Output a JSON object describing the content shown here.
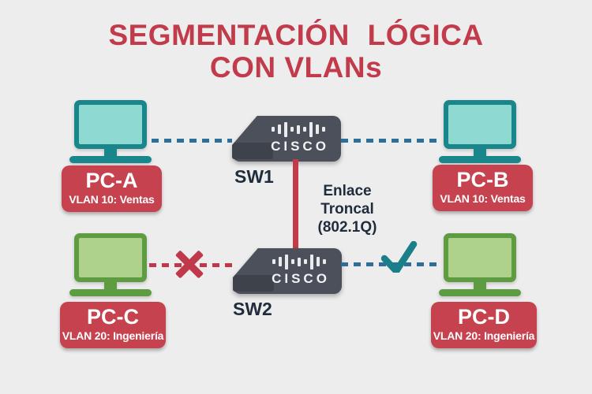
{
  "title": {
    "line1": "SEGMENTACIÓN LÓGICA",
    "line2": "CON VLANs"
  },
  "switches": {
    "sw1": {
      "label": "SW1",
      "brand": "CISCO"
    },
    "sw2": {
      "label": "SW2",
      "brand": "CISCO"
    }
  },
  "trunk": {
    "line1": "Enlace",
    "line2": "Troncal",
    "line3": "(802.1Q)"
  },
  "pcs": {
    "a": {
      "name": "PC-A",
      "vlan": "VLAN 10: Ventas"
    },
    "b": {
      "name": "PC-B",
      "vlan": "VLAN 10: Ventas"
    },
    "c": {
      "name": "PC-C",
      "vlan": "VLAN 20: Ingeniería"
    },
    "d": {
      "name": "PC-D",
      "vlan": "VLAN 20: Ingeniería"
    }
  },
  "marks": {
    "blocked": "x-mark",
    "allowed": "check-mark"
  },
  "colors": {
    "background": "#eeedee",
    "title_red": "#c23b4a",
    "label_red": "#c6424f",
    "teal_frame": "#18868a",
    "teal_screen": "#8edad3",
    "green_frame": "#5d9c40",
    "green_screen": "#aed28c",
    "switch_body": "#4b505a",
    "switch_front": "#3d424b",
    "dark_navy_text": "#1f2c3c",
    "link_blue": "#2e6f99",
    "link_red": "#c0394a",
    "check_teal": "#1a7f88"
  }
}
